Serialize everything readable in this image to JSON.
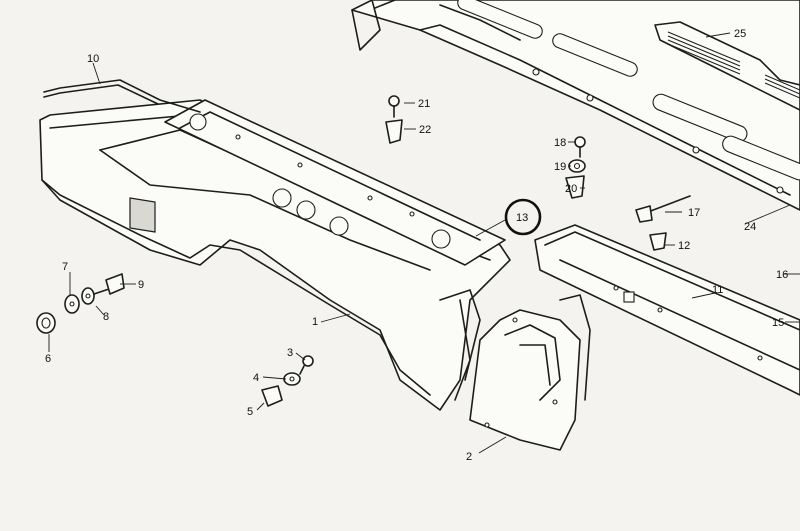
{
  "parts": {
    "p1": "1",
    "p2": "2",
    "p3": "3",
    "p4": "4",
    "p5": "5",
    "p6": "6",
    "p7": "7",
    "p8": "8",
    "p9": "9",
    "p10": "10",
    "p11": "11",
    "p12": "12",
    "p13": "13",
    "p15": "15",
    "p16": "16",
    "p17": "17",
    "p18": "18",
    "p19": "19",
    "p20": "20",
    "p21": "21",
    "p22": "22",
    "p24": "24",
    "p25": "25"
  },
  "highlighted_part": "13"
}
